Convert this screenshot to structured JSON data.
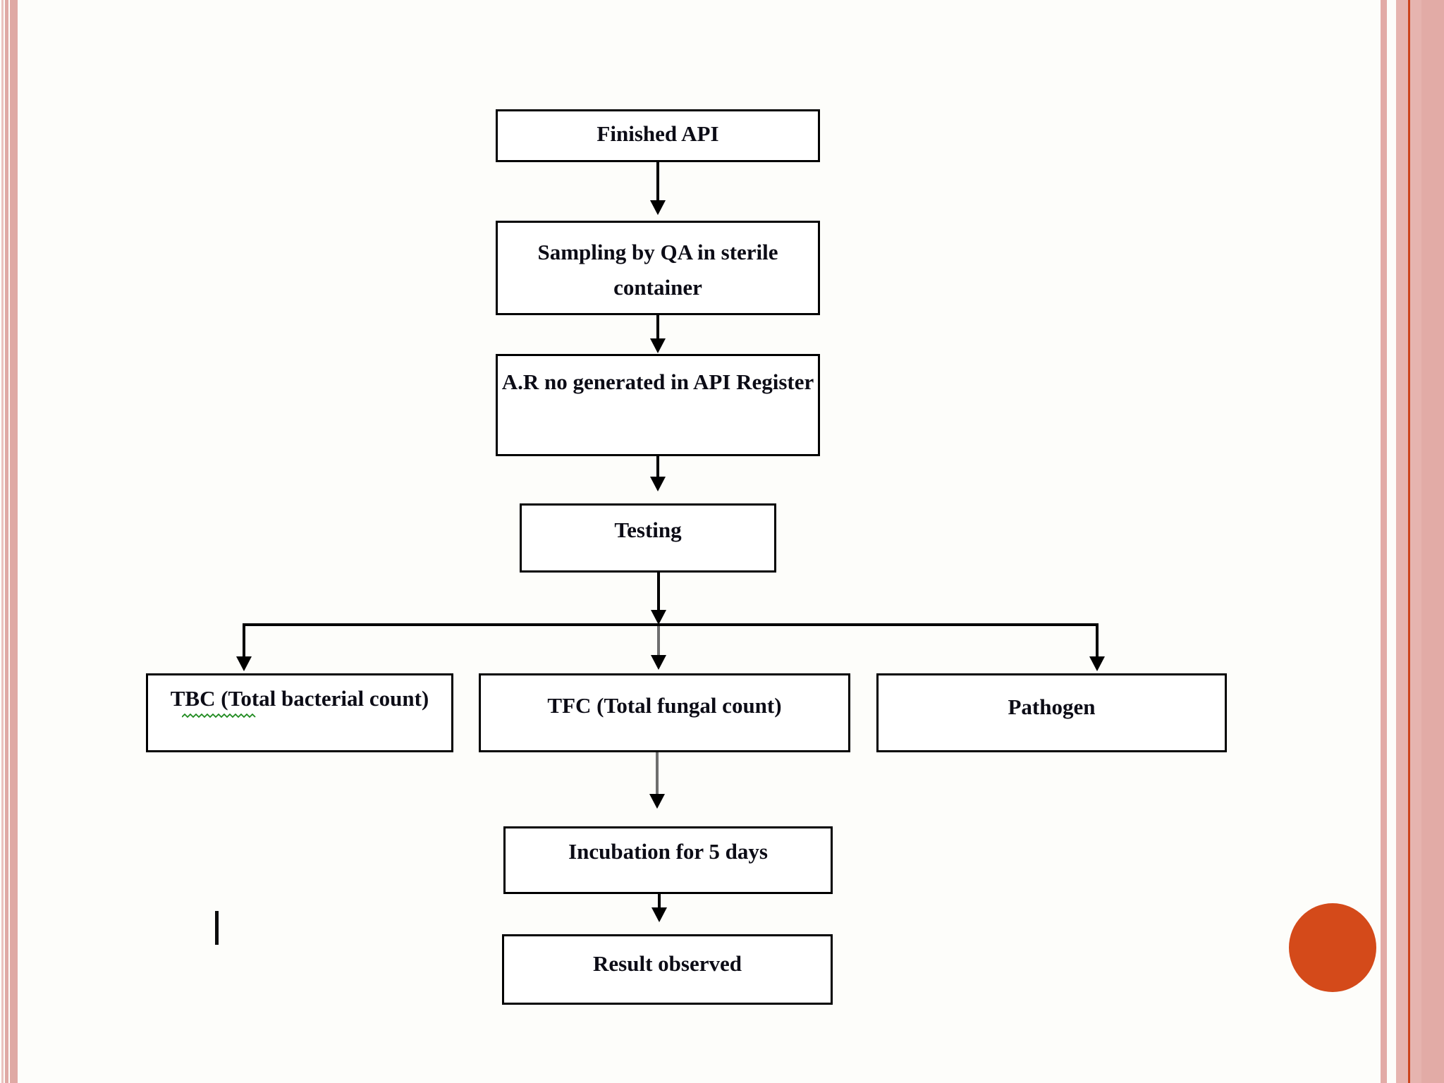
{
  "slide": {
    "type": "flowchart-slide",
    "background_color": "#fdfdfa",
    "stripe_pink": "#dfa9a4",
    "stripe_pink_light": "#eac3bf",
    "right_band_pink": "#e6b4af",
    "right_band_accent_line": "#cb431c",
    "accent_circle_color": "#d44a1a",
    "box_border_color": "#000000",
    "text_color": "#0c0c16",
    "spellcheck_squiggle_color": "#1f8a1f"
  },
  "flowchart": {
    "nodes": [
      {
        "id": "finished-api",
        "label": "Finished API"
      },
      {
        "id": "sampling",
        "label": "Sampling by QA in sterile container"
      },
      {
        "id": "ar-register",
        "label": "A.R no generated in API Register"
      },
      {
        "id": "testing",
        "label": "Testing"
      },
      {
        "id": "tbc",
        "label": "TBC (Total bacterial count)"
      },
      {
        "id": "tfc",
        "label": "TFC (Total fungal count)"
      },
      {
        "id": "pathogen",
        "label": "Pathogen"
      },
      {
        "id": "incubation",
        "label": "Incubation for 5 days"
      },
      {
        "id": "result",
        "label": "Result observed"
      }
    ],
    "edges": [
      "Finished API -> Sampling by QA in sterile container",
      "Sampling by QA in sterile container -> A.R no generated in API Register",
      "A.R no generated in API Register -> Testing",
      "Testing -> TBC (Total bacterial count)",
      "Testing -> TFC (Total fungal count)",
      "Testing -> Pathogen",
      "TFC (Total fungal count) -> Incubation for 5 days",
      "Incubation for 5 days -> Result observed"
    ]
  }
}
